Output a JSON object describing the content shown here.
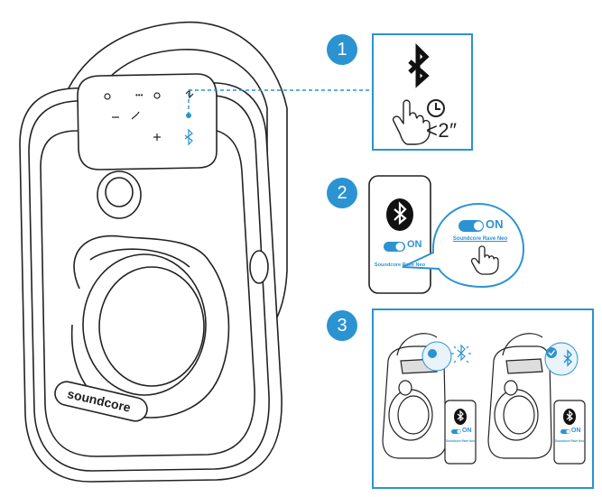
{
  "speaker": {
    "brand": "soundcore"
  },
  "steps": [
    {
      "number": "1",
      "hold_time": "<2″"
    },
    {
      "number": "2",
      "toggle_state": "ON",
      "device_name": "Soundcore Rave Neo"
    },
    {
      "number": "3",
      "toggle_state": "ON",
      "device_name": "Soundcore Rave Neo"
    }
  ],
  "colors": {
    "accent": "#2b93d1",
    "outline": "#222222",
    "frame": "#2b93d1"
  },
  "icons": [
    "bluetooth-icon",
    "hand-press-icon",
    "clock-icon",
    "toggle-switch-icon",
    "check-icon",
    "bluetooth-blinking-icon"
  ]
}
